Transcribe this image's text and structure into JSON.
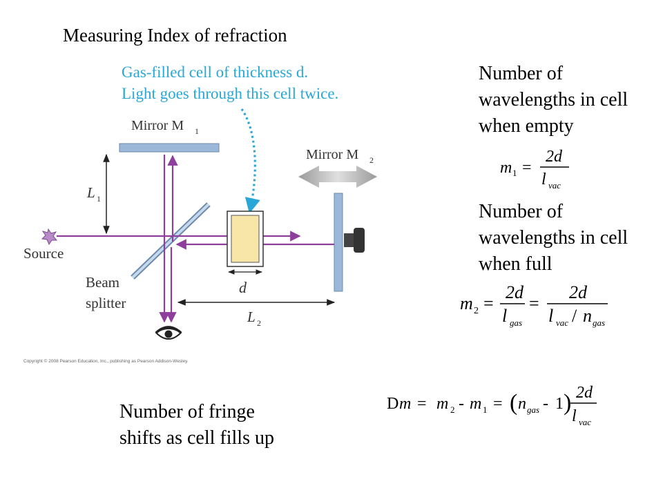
{
  "title": "Measuring Index of refraction",
  "descriptions": {
    "empty": [
      "Number of",
      "wavelengths in cell",
      "when empty"
    ],
    "full": [
      "Number of",
      "wavelengths in cell",
      "when full"
    ],
    "fringe": [
      "Number of fringe",
      "shifts as cell fills up"
    ]
  },
  "diagram": {
    "callout_line1": "Gas-filled cell of thickness d.",
    "callout_line2": "Light goes through this cell twice.",
    "mirror1": "Mirror M",
    "mirror1_sub": "1",
    "mirror2": "Mirror M",
    "mirror2_sub": "2",
    "L1": "L",
    "L1_sub": "1",
    "L2": "L",
    "L2_sub": "2",
    "d": "d",
    "source": "Source",
    "beam_line1": "Beam",
    "beam_line2": "splitter",
    "copyright": "Copyright © 2008 Pearson Education, Inc., publishing as Pearson Addison-Wesley.",
    "colors": {
      "beam": "#8e3f9c",
      "mirror": "#9bb8d8",
      "callout": "#2aa7d6",
      "cell": "#f8e6a8"
    }
  },
  "equations": {
    "eq1": {
      "lhs": "m",
      "lhs_sub": "1",
      "eq": "=",
      "num": "2d",
      "den": "l",
      "den_sub": "vac"
    },
    "eq2": {
      "lhs": "m",
      "lhs_sub": "2",
      "eq": "=",
      "num1": "2d",
      "den1": "l",
      "den1_sub": "gas",
      "num2": "2d",
      "den2_l": "l",
      "den2_l_sub": "vac",
      "den2_slash": "/",
      "den2_n": "n",
      "den2_n_sub": "gas"
    },
    "eq3": {
      "delta": "D",
      "m": "m",
      "eq": "=",
      "m2": "m",
      "m2_sub": "2",
      "minus": "-",
      "m1": "m",
      "m1_sub": "1",
      "paren_open": "(",
      "n": "n",
      "n_sub": "gas",
      "minus2": "-",
      "one": "1",
      "paren_close": ")",
      "num": "2d",
      "den": "l",
      "den_sub": "vac"
    }
  }
}
